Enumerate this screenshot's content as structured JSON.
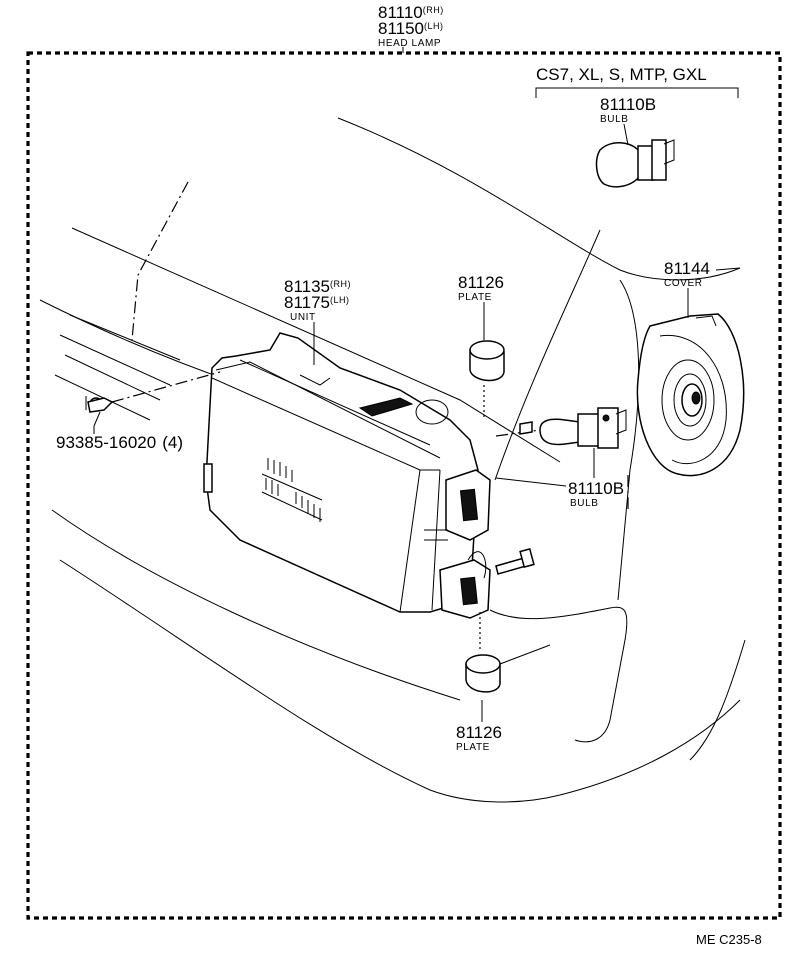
{
  "assembly": {
    "part_no_rh": "81110",
    "rh_tag": "(RH)",
    "part_no_lh": "81150",
    "lh_tag": "(LH)",
    "name": "HEAD LAMP"
  },
  "variant_note": "CS7, XL, S, MTP, GXL",
  "callouts": {
    "bulb_option": {
      "part_no": "81110B",
      "name": "BULB"
    },
    "unit": {
      "part_no_rh": "81135",
      "rh_tag": "(RH)",
      "part_no_lh": "81175",
      "lh_tag": "(LH)",
      "name": "UNIT"
    },
    "plate_upper": {
      "part_no": "81126",
      "name": "PLATE"
    },
    "cover": {
      "part_no": "81144",
      "name": "COVER"
    },
    "screw": {
      "part_no": "93385-16020",
      "qty": "(4)"
    },
    "bulb": {
      "part_no": "81110B",
      "name": "BULB"
    },
    "plate_lower": {
      "part_no": "81126",
      "name": "PLATE"
    }
  },
  "diagram_code": "ME  C235-8"
}
